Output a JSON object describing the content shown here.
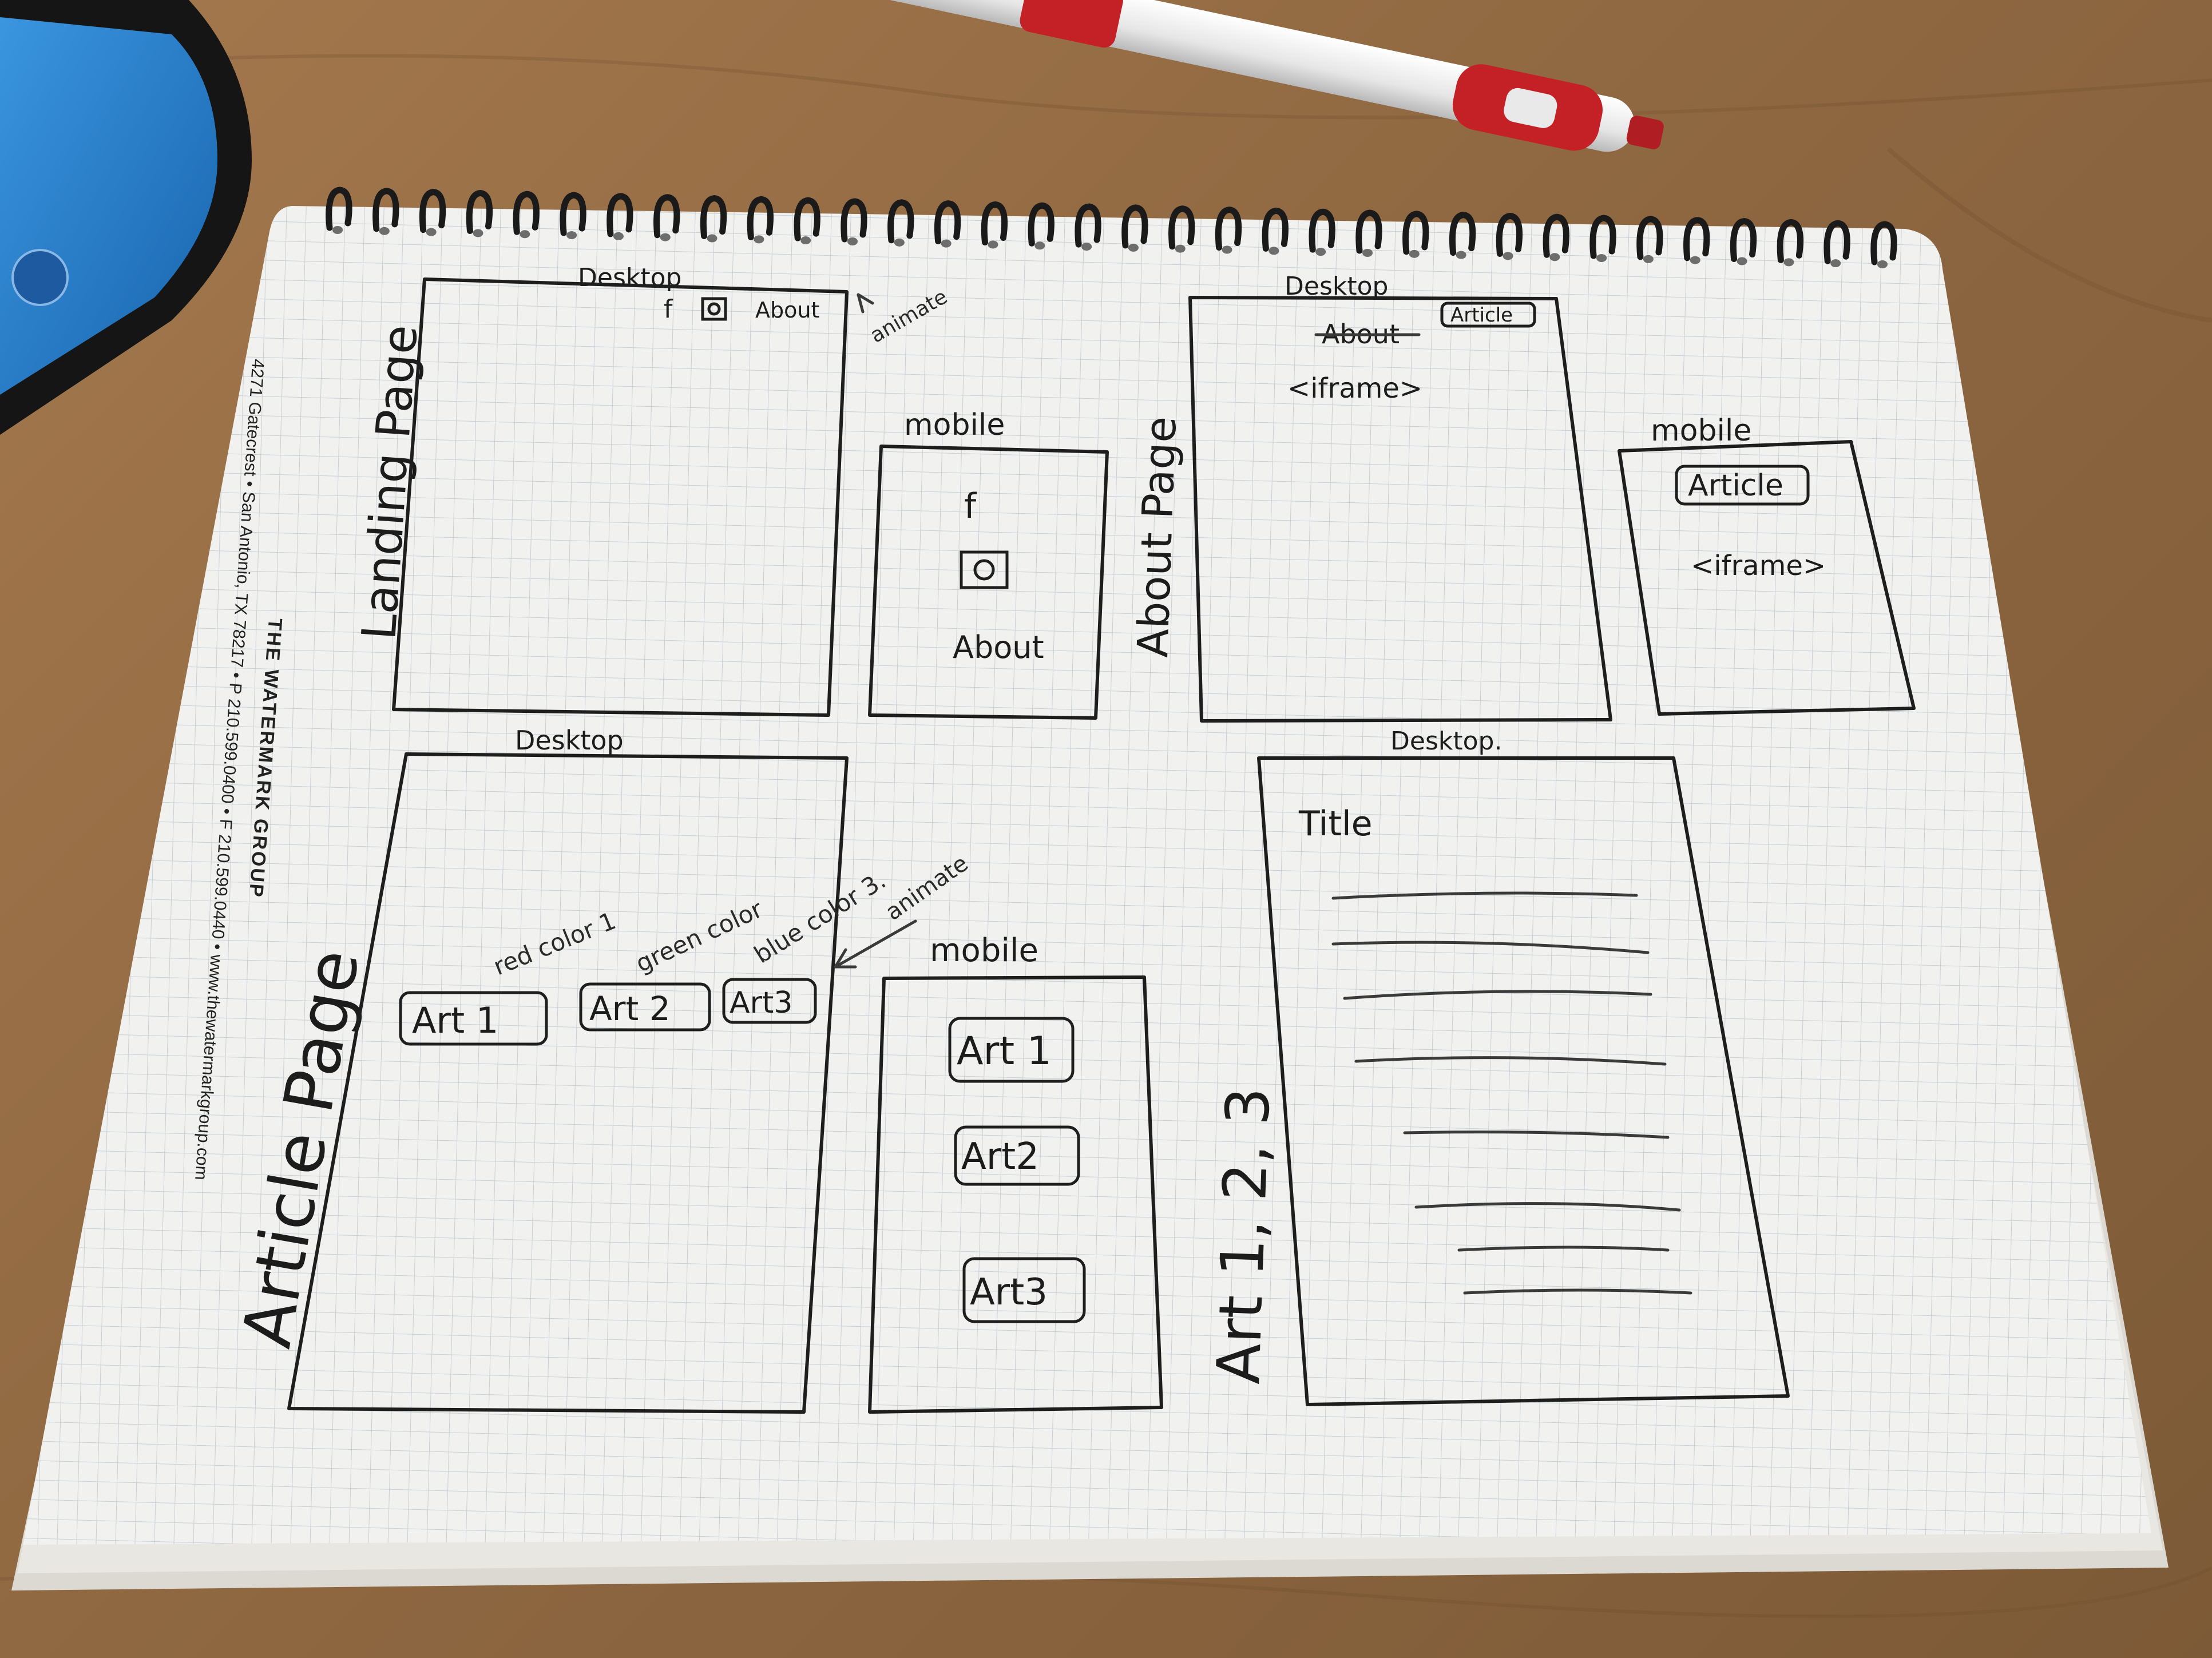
{
  "imprint": {
    "company": "THE WATERMARK GROUP",
    "address": "4271 Gatecrest • San Antonio, TX 78217 • P 210.599.0400 • F 210.599.0440 • www.thewatermarkgroup.com"
  },
  "landing": {
    "side_label": "Landing Page",
    "desktop": {
      "label": "Desktop",
      "nav": [
        "f",
        "About"
      ],
      "note": "animate"
    },
    "mobile": {
      "label": "mobile",
      "items": [
        "f",
        "About"
      ]
    }
  },
  "about": {
    "side_label": "About Page",
    "desktop": {
      "label": "Desktop",
      "button": "Article",
      "struck": "About",
      "content": "<iframe>"
    },
    "mobile": {
      "label": "mobile",
      "button": "Article",
      "content": "<iframe>"
    }
  },
  "article": {
    "side_label": "Article Page",
    "desktop": {
      "label": "Desktop",
      "buttons": [
        "Art 1",
        "Art 2",
        "Art3"
      ],
      "notes": [
        "red color 1",
        "green color",
        "blue color 3.",
        "animate"
      ]
    },
    "mobile": {
      "label": "mobile",
      "buttons": [
        "Art 1",
        "Art2",
        "Art3"
      ]
    }
  },
  "art_detail": {
    "side_label": "Art 1, 2, 3",
    "desktop": {
      "label": "Desktop.",
      "title": "Title"
    }
  },
  "colors": {
    "table": "#94693f",
    "paper": "#f1f1ef",
    "grid": "#c7d0d6",
    "ink": "#1e1e1e",
    "pen_red": "#c42127",
    "phone_screen": "#1f7fd0"
  }
}
